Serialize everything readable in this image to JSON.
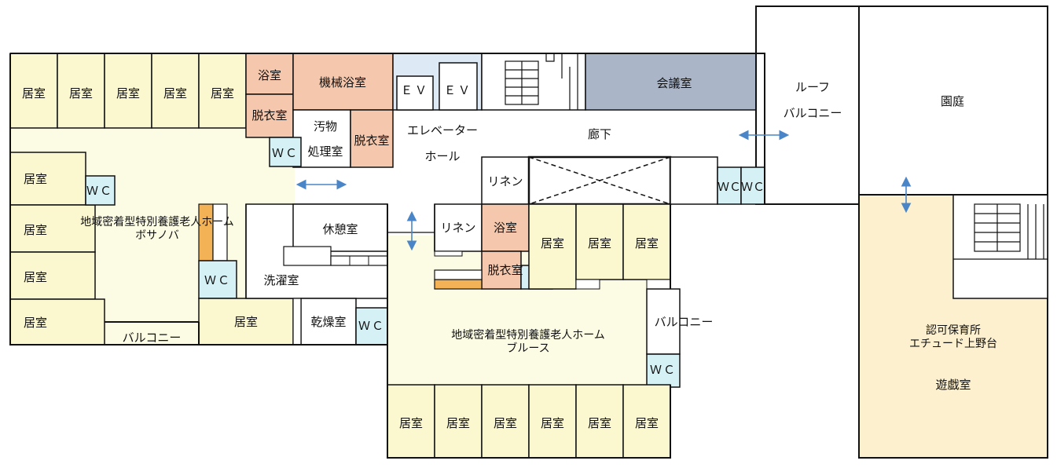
{
  "colors": {
    "room_yellow": "#fbf7cf",
    "common_cream": "#fcfbe3",
    "bath_salmon": "#f5c8ad",
    "elevator_blue": "#dde9f4",
    "meeting_gray": "#aab6c8",
    "wc_cyan": "#d5f1f5",
    "accent_orange": "#f3b255",
    "nursery_cream": "#fdf0cf",
    "arrow_blue": "#4a86c7",
    "line": "#111111"
  },
  "labels": {
    "room": "居室",
    "bath": "浴室",
    "machine_bath": "機械浴室",
    "undress": "脱衣室",
    "ev": "ＥＶ",
    "meeting": "会議室",
    "dirty_line1": "汚物",
    "dirty_line2": "処理室",
    "wc": "ＷＣ",
    "elevator_hall_line1": "エレベーター",
    "elevator_hall_line2": "ホール",
    "corridor": "廊下",
    "linen": "リネン",
    "rest": "休憩室",
    "laundry": "洗濯室",
    "dryer": "乾燥室",
    "balcony": "バルコニー",
    "roof_line1": "ルーフ",
    "roof_line2": "バルコニー",
    "garden": "園庭",
    "wcwc": "ＷＣＷＣ",
    "play_room": "遊戯室"
  },
  "facilities": {
    "posanova_line1": "地域密着型特別養護老人ホーム",
    "posanova_line2": "ボサノバ",
    "blues_line1": "地域密着型特別養護老人ホーム",
    "blues_line2": "ブルース",
    "nursery_line1": "認可保育所",
    "nursery_line2": "エチュード上野台"
  }
}
